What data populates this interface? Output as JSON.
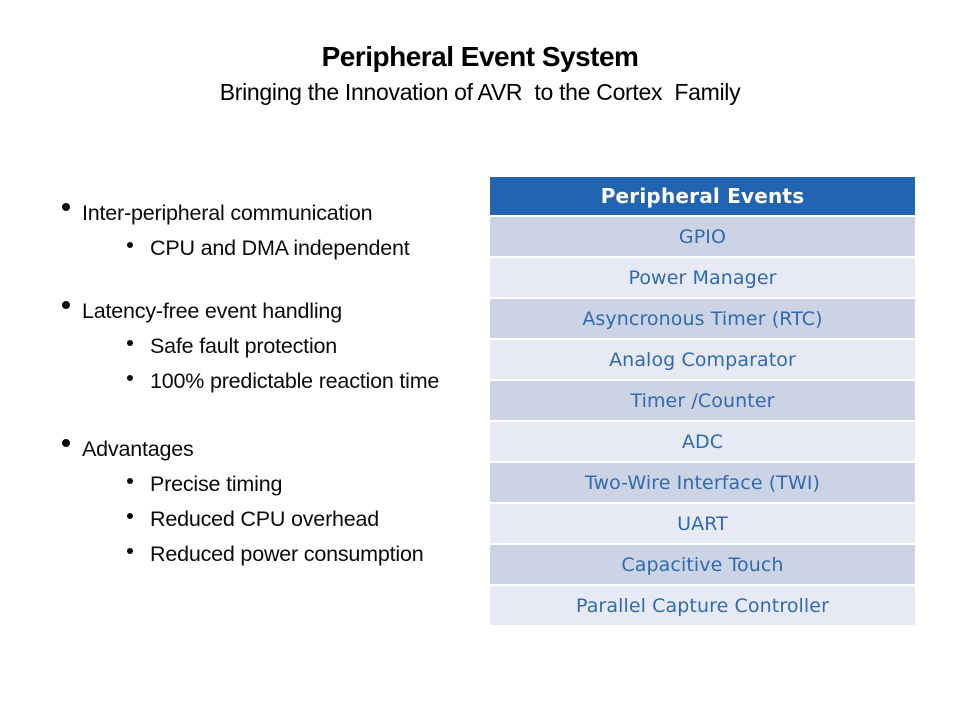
{
  "slide": {
    "title": "Peripheral Event System",
    "subtitle": "Bringing the Innovation of AVR  to the Cortex  Family"
  },
  "bullets": [
    {
      "label": "Inter-peripheral communication",
      "sub": [
        "CPU and DMA independent"
      ]
    },
    {
      "label": "Latency-free event handling",
      "sub": [
        "Safe fault protection",
        "100% predictable reaction time"
      ]
    },
    {
      "label": "Advantages",
      "sub": [
        "Precise timing",
        "Reduced CPU overhead",
        "Reduced power consumption"
      ]
    }
  ],
  "table": {
    "header": "Peripheral Events",
    "rows": [
      "GPIO",
      "Power Manager",
      "Asyncronous Timer (RTC)",
      "Analog Comparator",
      "Timer /Counter",
      "ADC",
      "Two-Wire Interface (TWI)",
      "UART",
      "Capacitive Touch",
      "Parallel Capture Controller"
    ]
  },
  "colors": {
    "background": "#FFFFFF",
    "body_text": "#000000",
    "table_header_bg": "#2164B1",
    "table_header_text": "#FFFFFF",
    "table_row_dark": "#CCD3E5",
    "table_row_light": "#E7EAF5",
    "table_row_text": "#2F6AB3",
    "row_separator": "#FFFFFF"
  }
}
